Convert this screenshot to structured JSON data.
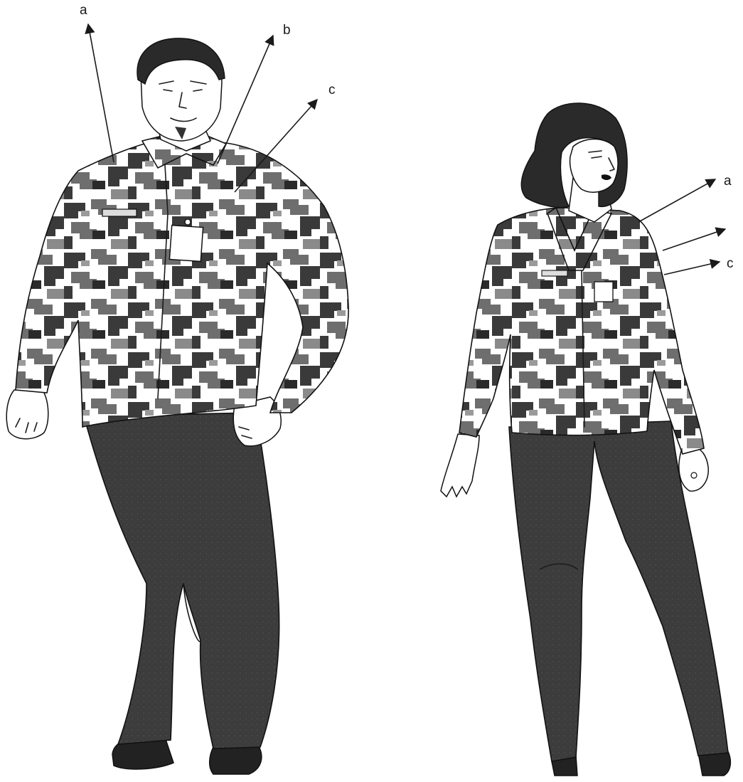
{
  "figures": [
    {
      "name": "male",
      "labels": [
        "a",
        "b",
        "c"
      ]
    },
    {
      "name": "female",
      "labels": [
        "a",
        "c"
      ]
    }
  ],
  "colors": {
    "ink": "#1a1a1a",
    "camo_dark": "#3a3a3a",
    "camo_mid": "#7a7a7a",
    "camo_light": "#ffffff",
    "pants": "#3b3b3b"
  }
}
